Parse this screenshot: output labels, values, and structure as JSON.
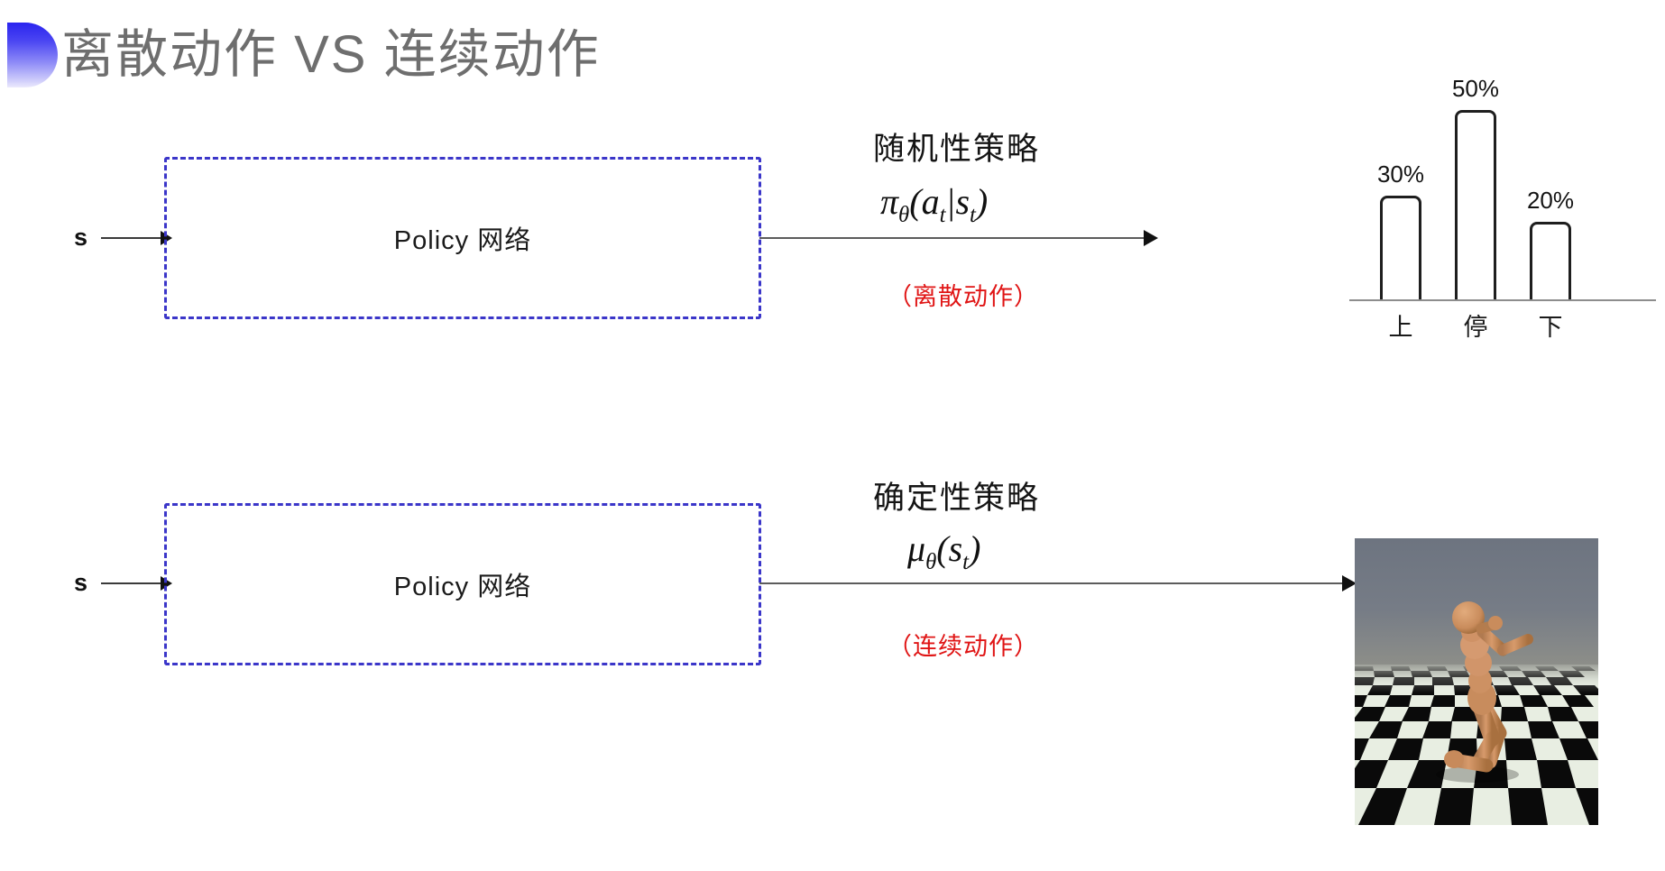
{
  "slide": {
    "title": "离散动作 VS 连续动作",
    "title_color": "#6e6e6e",
    "decoration_color_top": "#2a24ef",
    "decoration_color_bottom": "#eceafd",
    "background": "#ffffff",
    "accent_box_color": "#3b36c9",
    "note_color": "#e01515"
  },
  "discrete": {
    "input_label": "s",
    "box_label": "Policy 网络",
    "policy_title": "随机性策略",
    "policy_formula": "πθ(at|st)",
    "policy_formula_parts": {
      "symbol": "π",
      "theta": "θ",
      "open": "(",
      "action": "a",
      "action_sub": "t",
      "bar": "|",
      "state": "s",
      "state_sub": "t",
      "close": ")"
    },
    "note": "（离散动作）"
  },
  "continuous": {
    "input_label": "s",
    "box_label": "Policy 网络",
    "policy_title": "确定性策略",
    "policy_formula": "μθ(st)",
    "policy_formula_parts": {
      "symbol": "μ",
      "theta": "θ",
      "open": "(",
      "state": "s",
      "state_sub": "t",
      "close": ")"
    },
    "note": "（连续动作）",
    "sim_image_alt": "MuJoCo Humanoid 仿真画面"
  },
  "chart_data": {
    "type": "bar",
    "title": "",
    "categories": [
      "上",
      "停",
      "下"
    ],
    "values": [
      30,
      50,
      20
    ],
    "value_labels": [
      "30%",
      "50%",
      "20%"
    ],
    "xlabel": "",
    "ylabel": "",
    "ylim": [
      0,
      60
    ],
    "grid": false,
    "legend": "none",
    "bar_fill": "#ffffff",
    "bar_stroke": "#1e1e1e",
    "axis_color": "#8d8d8d"
  }
}
